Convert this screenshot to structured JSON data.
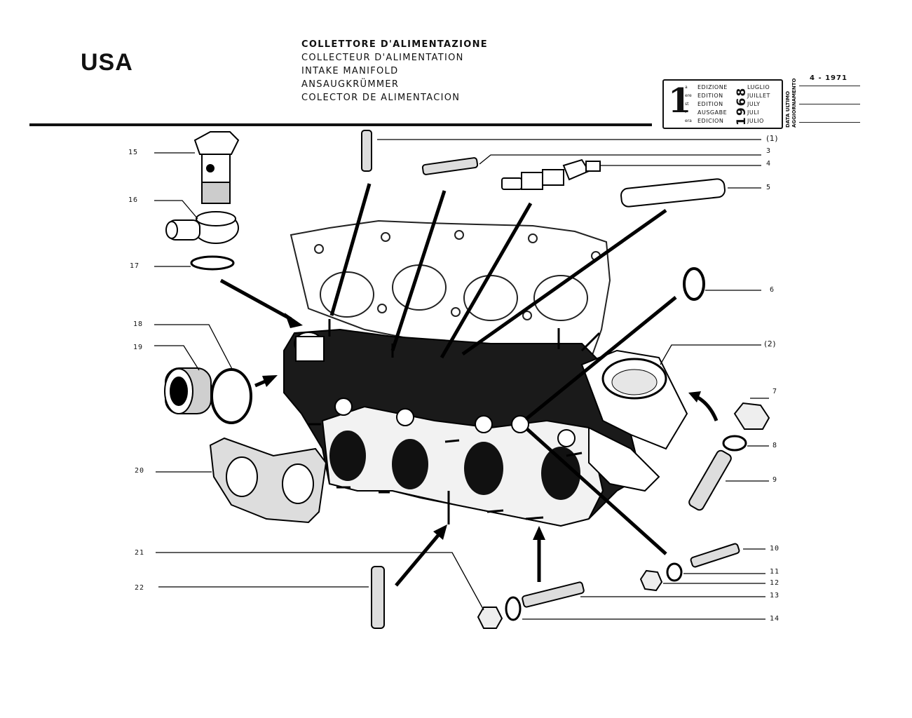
{
  "region_label": "USA",
  "titles": [
    "COLLETTORE D'ALIMENTAZIONE",
    "COLLECTEUR D'ALIMENTATION",
    "INTAKE MANIFOLD",
    "ANSAUGKRÜMMER",
    "COLECTOR DE ALIMENTACION"
  ],
  "edition": {
    "number": "1",
    "ordinal_suffixes": [
      "a",
      "ere",
      "st",
      "-",
      "era"
    ],
    "labels": [
      "EDIZIONE",
      "EDITION",
      "EDITION",
      "AUSGABE",
      "EDICION"
    ],
    "year": "1968",
    "months": [
      "LUGLIO",
      "JUILLET",
      "JULY",
      "JULI",
      "JULIO"
    ]
  },
  "update": {
    "label_line1": "DATA ULTIMO",
    "label_line2": "AGGIORNAMENTO",
    "date": "4 - 1971"
  },
  "refs": {
    "r15": "15",
    "r16": "16",
    "r17": "17",
    "r18": "18",
    "r19": "19",
    "r20": "20",
    "r21": "21",
    "r22": "22",
    "r1": "(1)",
    "r3": "3",
    "r4": "4",
    "r5": "5",
    "r6": "6",
    "r2": "(2)",
    "r7": "7",
    "r8": "8",
    "r9": "9",
    "r10": "10",
    "r11": "11",
    "r12": "12",
    "r13": "13",
    "r14": "14"
  }
}
